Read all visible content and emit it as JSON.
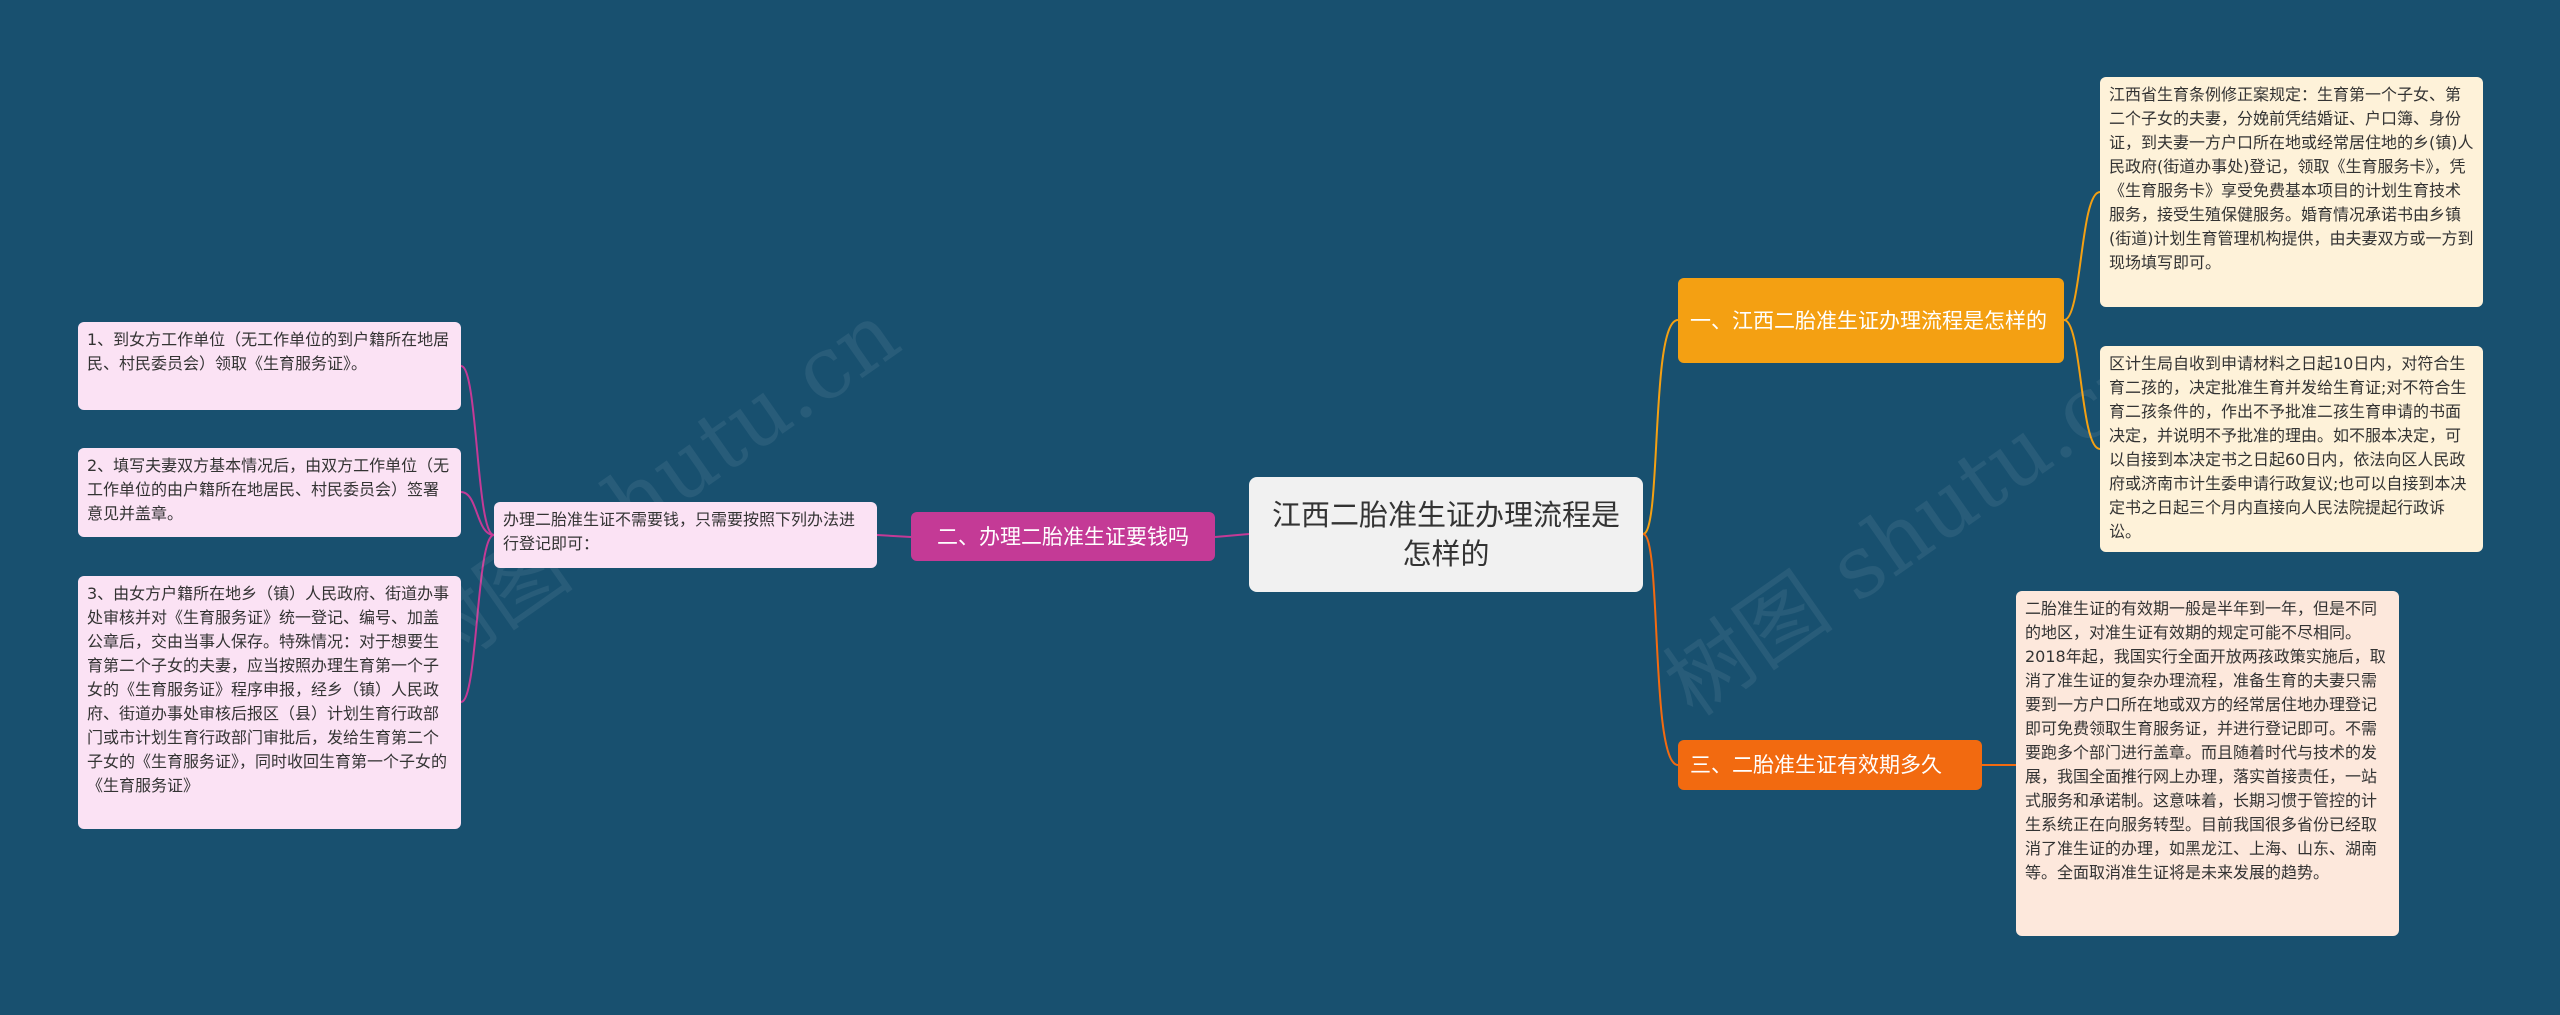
{
  "colors": {
    "background": "#18506f",
    "root": "#f1f1f1",
    "branch1": "#f4a012",
    "branch2": "#c43a96",
    "branch3": "#f26a10",
    "leaf_yellow": "#fef2d9",
    "leaf_orange": "#fde8dc",
    "leaf_pink": "#fbe2f4"
  },
  "root": {
    "title": "江西二胎准生证办理流程是怎样的"
  },
  "branches": {
    "one": {
      "title": "一、江西二胎准生证办理流程是怎样的",
      "leaves": [
        "江西省生育条例修正案规定：生育第一个子女、第二个子女的夫妻，分娩前凭结婚证、户口簿、身份证，到夫妻一方户口所在地或经常居住地的乡(镇)人民政府(街道办事处)登记，领取《生育服务卡》，凭《生育服务卡》享受免费基本项目的计划生育技术服务，接受生殖保健服务。婚育情况承诺书由乡镇(街道)计划生育管理机构提供，由夫妻双方或一方到现场填写即可。",
        "区计生局自收到申请材料之日起10日内，对符合生育二孩的，决定批准生育并发给生育证;对不符合生育二孩条件的，作出不予批准二孩生育申请的书面决定，并说明不予批准的理由。如不服本决定，可以自接到本决定书之日起60日内，依法向区人民政府或济南市计生委申请行政复议;也可以自接到本决定书之日起三个月内直接向人民法院提起行政诉讼。"
      ]
    },
    "two": {
      "title": "二、办理二胎准生证要钱吗",
      "middle": "办理二胎准生证不需要钱，只需要按照下列办法进行登记即可：",
      "leaves": [
        "1、到女方工作单位（无工作单位的到户籍所在地居民、村民委员会）领取《生育服务证》。",
        "2、填写夫妻双方基本情况后，由双方工作单位（无工作单位的由户籍所在地居民、村民委员会）签署意见并盖章。",
        "3、由女方户籍所在地乡（镇）人民政府、街道办事处审核并对《生育服务证》统一登记、编号、加盖公章后，交由当事人保存。特殊情况：对于想要生育第二个子女的夫妻，应当按照办理生育第一个子女的《生育服务证》程序申报，经乡（镇）人民政府、街道办事处审核后报区（县）计划生育行政部门或市计划生育行政部门审批后，发给生育第二个子女的《生育服务证》，同时收回生育第一个子女的《生育服务证》"
      ]
    },
    "three": {
      "title": "三、二胎准生证有效期多久",
      "leaves": [
        "二胎准生证的有效期一般是半年到一年，但是不同的地区，对准生证有效期的规定可能不尽相同。2018年起，我国实行全面开放两孩政策实施后，取消了准生证的复杂办理流程，准备生育的夫妻只需要到一方户口所在地或双方的经常居住地办理登记即可免费领取生育服务证，并进行登记即可。不需要跑多个部门进行盖章。而且随着时代与技术的发展，我国全面推行网上办理，落实首接责任，一站式服务和承诺制。这意味着，长期习惯于管控的计生系统正在向服务转型。目前我国很多省份已经取消了准生证的办理，如黑龙江、上海、山东、湖南等。全面取消准生证将是未来发展的趋势。"
      ]
    }
  },
  "watermark": "树图 shutu.cn"
}
